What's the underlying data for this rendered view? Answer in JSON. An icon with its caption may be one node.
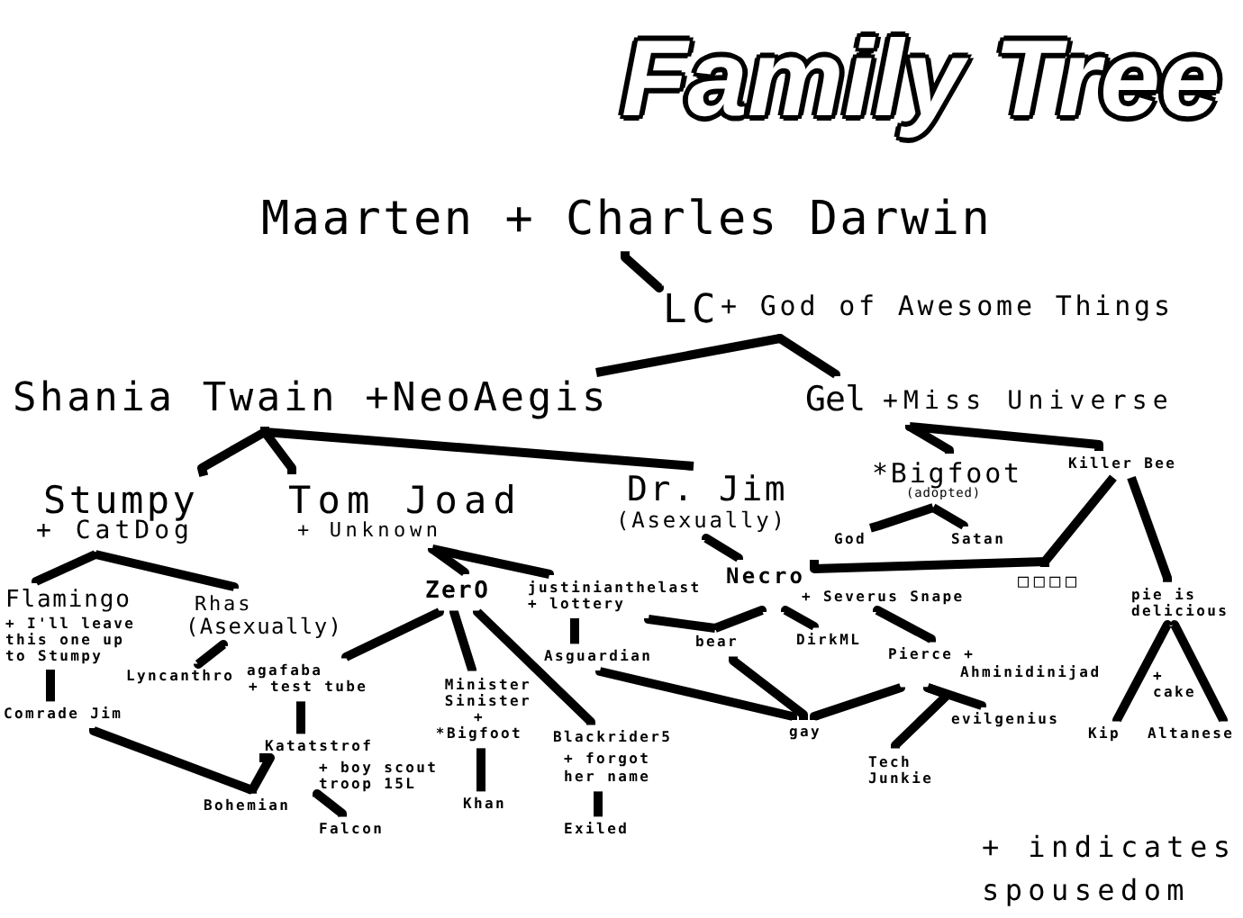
{
  "diagram": {
    "title": "Family Tree",
    "nodes": [
      {
        "text": [
          "Maarten + Charles Darwin"
        ]
      },
      {
        "text": [
          "LC",
          "+ God of Awesome Things"
        ]
      },
      {
        "text": [
          "Shania Twain +NeoAegis"
        ]
      },
      {
        "text": [
          "Gel",
          "+Miss Universe"
        ]
      },
      {
        "text": [
          "*Bigfoot",
          "(adopted)"
        ]
      },
      {
        "text": [
          "Killer Bee"
        ]
      },
      {
        "text": [
          "Stumpy",
          "+ CatDog"
        ]
      },
      {
        "text": [
          "Tom Joad",
          "+ Unknown"
        ]
      },
      {
        "text": [
          "Dr. Jim",
          "(Asexually)"
        ]
      },
      {
        "text": [
          "God"
        ]
      },
      {
        "text": [
          "Satan"
        ]
      },
      {
        "text": [
          "Flamingo",
          "+ I'll leave this one up to Stumpy"
        ]
      },
      {
        "text": [
          "Rhas",
          "(Asexually)"
        ]
      },
      {
        "text": [
          "ZerO"
        ]
      },
      {
        "text": [
          "justinianthelast",
          "+ lottery"
        ]
      },
      {
        "text": [
          "Necro",
          "+ Severus Snape"
        ]
      },
      {
        "text": [
          "□□□□"
        ]
      },
      {
        "text": [
          "pie is delicious"
        ]
      },
      {
        "text": [
          "bear"
        ]
      },
      {
        "text": [
          "DirkML"
        ]
      },
      {
        "text": [
          "Asguardian"
        ]
      },
      {
        "text": [
          "Pierce +",
          "Ahminidinijad"
        ]
      },
      {
        "text": [
          "Lyncanthro"
        ]
      },
      {
        "text": [
          "agafaba",
          "+ test tube"
        ]
      },
      {
        "text": [
          "Minister Sinister",
          "+ *Bigfoot"
        ]
      },
      {
        "text": [
          "Comrade Jim"
        ]
      },
      {
        "text": [
          "gay"
        ]
      },
      {
        "text": [
          "evilgenius"
        ]
      },
      {
        "text": [
          "Kip"
        ]
      },
      {
        "text": [
          "Altanese"
        ]
      },
      {
        "text": [
          "Blackrider5",
          "+ forgot her name"
        ]
      },
      {
        "text": [
          "Katatstrof",
          "+ boy scout troop 15L"
        ]
      },
      {
        "text": [
          "Tech Junkie"
        ]
      },
      {
        "text": [
          "Khan"
        ]
      },
      {
        "text": [
          "Bohemian"
        ]
      },
      {
        "text": [
          "Falcon"
        ]
      },
      {
        "text": [
          "Exiled"
        ]
      }
    ],
    "edges": [
      {
        "from": 0,
        "to": 1,
        "arrow": "none"
      },
      {
        "from": 1,
        "to": 2,
        "arrow": "none"
      },
      {
        "from": 1,
        "to": 3,
        "arrow": "none"
      },
      {
        "from": 2,
        "to": 6,
        "arrow": "none"
      },
      {
        "from": 2,
        "to": 7,
        "arrow": "none"
      },
      {
        "from": 2,
        "to": 8,
        "arrow": "none"
      },
      {
        "from": 3,
        "to": 4,
        "arrow": "none"
      },
      {
        "from": 3,
        "to": 5,
        "arrow": "none"
      },
      {
        "from": 4,
        "to": 9,
        "arrow": "none"
      },
      {
        "from": 4,
        "to": 10,
        "arrow": "none"
      },
      {
        "from": 5,
        "to": 16,
        "arrow": "none"
      },
      {
        "from": 5,
        "to": 17,
        "arrow": "none"
      },
      {
        "from": 6,
        "to": 11,
        "arrow": "none"
      },
      {
        "from": 6,
        "to": 12,
        "arrow": "none"
      },
      {
        "from": 7,
        "to": 13,
        "arrow": "none"
      },
      {
        "from": 7,
        "to": 14,
        "arrow": "none"
      },
      {
        "from": 8,
        "to": 15,
        "arrow": "none"
      },
      {
        "from": 15,
        "to": 16,
        "arrow": "none"
      },
      {
        "from": 14,
        "to": 18,
        "arrow": "none"
      },
      {
        "from": 15,
        "to": 18,
        "arrow": "none"
      },
      {
        "from": 15,
        "to": 19,
        "arrow": "none"
      },
      {
        "from": 15,
        "to": 21,
        "arrow": "none"
      },
      {
        "from": 17,
        "to": 28,
        "arrow": "none"
      },
      {
        "from": 17,
        "to": 29,
        "arrow": "none"
      },
      {
        "from": 11,
        "to": 25,
        "arrow": "none"
      },
      {
        "from": 12,
        "to": 22,
        "arrow": "none"
      },
      {
        "from": 13,
        "to": 23,
        "arrow": "none"
      },
      {
        "from": 13,
        "to": 24,
        "arrow": "none"
      },
      {
        "from": 13,
        "to": 30,
        "arrow": "none"
      },
      {
        "from": 14,
        "to": 20,
        "arrow": "none"
      },
      {
        "from": 20,
        "to": 26,
        "arrow": "none"
      },
      {
        "from": 18,
        "to": 26,
        "arrow": "none"
      },
      {
        "from": 21,
        "to": 26,
        "arrow": "none"
      },
      {
        "from": 21,
        "to": 27,
        "arrow": "none"
      },
      {
        "from": 21,
        "to": 32,
        "arrow": "none"
      },
      {
        "from": 23,
        "to": 31,
        "arrow": "none"
      },
      {
        "from": 24,
        "to": 33,
        "arrow": "none"
      },
      {
        "from": 30,
        "to": 36,
        "arrow": "none"
      },
      {
        "from": 25,
        "to": 34,
        "arrow": "none"
      },
      {
        "from": 31,
        "to": 34,
        "arrow": "none"
      },
      {
        "from": 31,
        "to": 35,
        "arrow": "none"
      }
    ],
    "labels": [
      "+ cake",
      "+ indicates spousedom"
    ]
  }
}
